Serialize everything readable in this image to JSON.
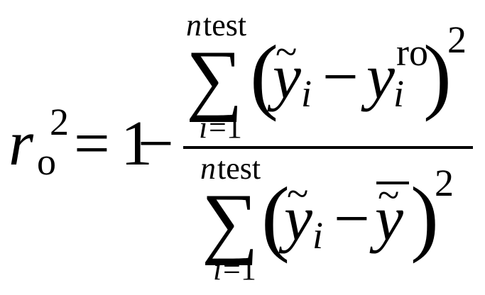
{
  "equation": {
    "lhs": {
      "base": "r",
      "subscript": "o",
      "exponent": "2"
    },
    "equals": "=",
    "one": "1",
    "minus": "−",
    "numerator": {
      "sum_symbol": "∑",
      "upper_limit_var": "n",
      "upper_limit_text": "test",
      "lower_limit_var": "i",
      "lower_limit_eq": "=1",
      "paren_left": "(",
      "term_var": "y",
      "term_tilde": "~",
      "term_subscript": "i",
      "term_minus": "−",
      "second_var": "y",
      "second_sub": "i",
      "second_sup": "ro",
      "paren_right": ")",
      "exponent": "2"
    },
    "denominator": {
      "sum_symbol": "∑",
      "upper_limit_var": "n",
      "upper_limit_text": "test",
      "lower_limit_var": "i",
      "lower_limit_eq": "=1",
      "paren_left": "(",
      "term_var": "y",
      "term_tilde": "~",
      "term_subscript": "i",
      "term_minus": "−",
      "mean_var": "y",
      "mean_tilde": "~",
      "paren_right": ")",
      "exponent": "2"
    }
  }
}
